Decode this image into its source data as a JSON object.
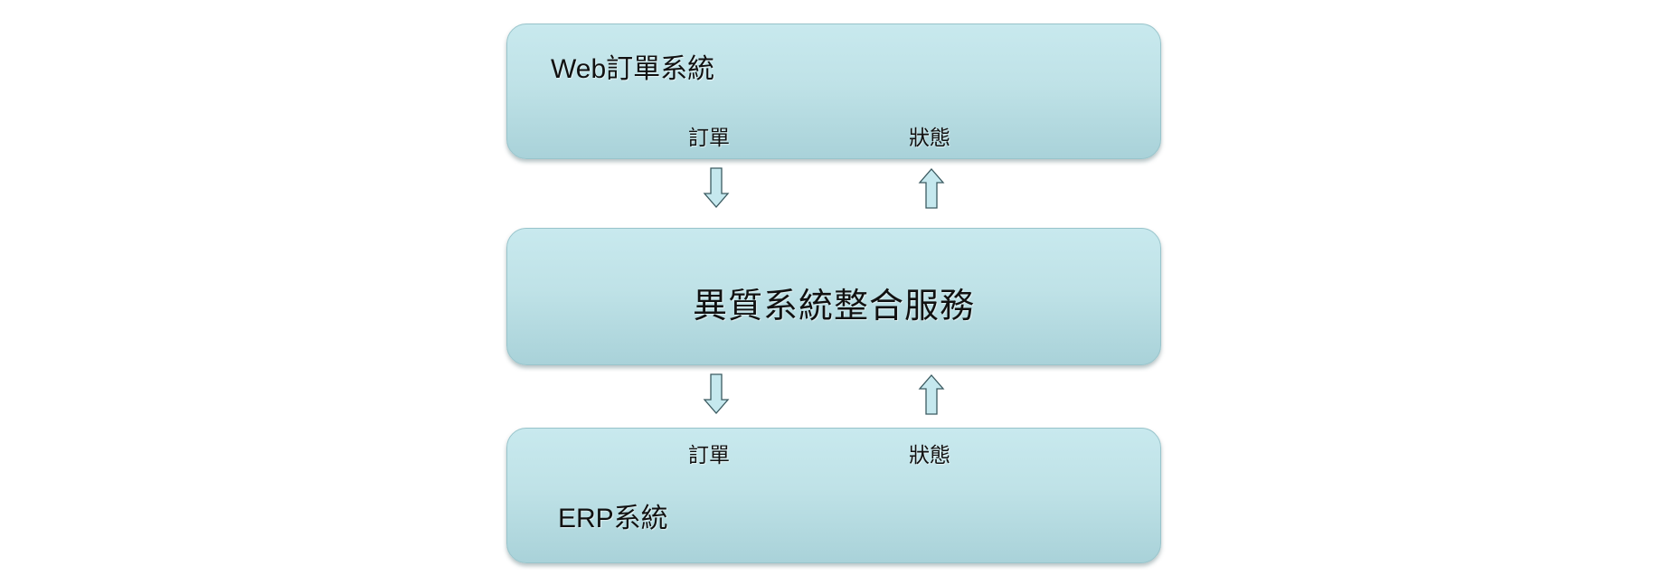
{
  "web_system": {
    "title": "Web訂單系統",
    "order_label": "訂單",
    "status_label": "狀態"
  },
  "integration_service": {
    "title": "異質系統整合服務"
  },
  "erp_system": {
    "title": "ERP系統",
    "order_label": "訂單",
    "status_label": "狀態"
  },
  "colors": {
    "box_fill": "#bfe2e7",
    "arrow_fill": "#c5e8ee",
    "arrow_stroke": "#3b5a60"
  },
  "arrows": [
    {
      "id": "web-to-svc-order",
      "direction": "down"
    },
    {
      "id": "svc-to-web-status",
      "direction": "up"
    },
    {
      "id": "svc-to-erp-order",
      "direction": "down"
    },
    {
      "id": "erp-to-svc-status",
      "direction": "up"
    }
  ]
}
